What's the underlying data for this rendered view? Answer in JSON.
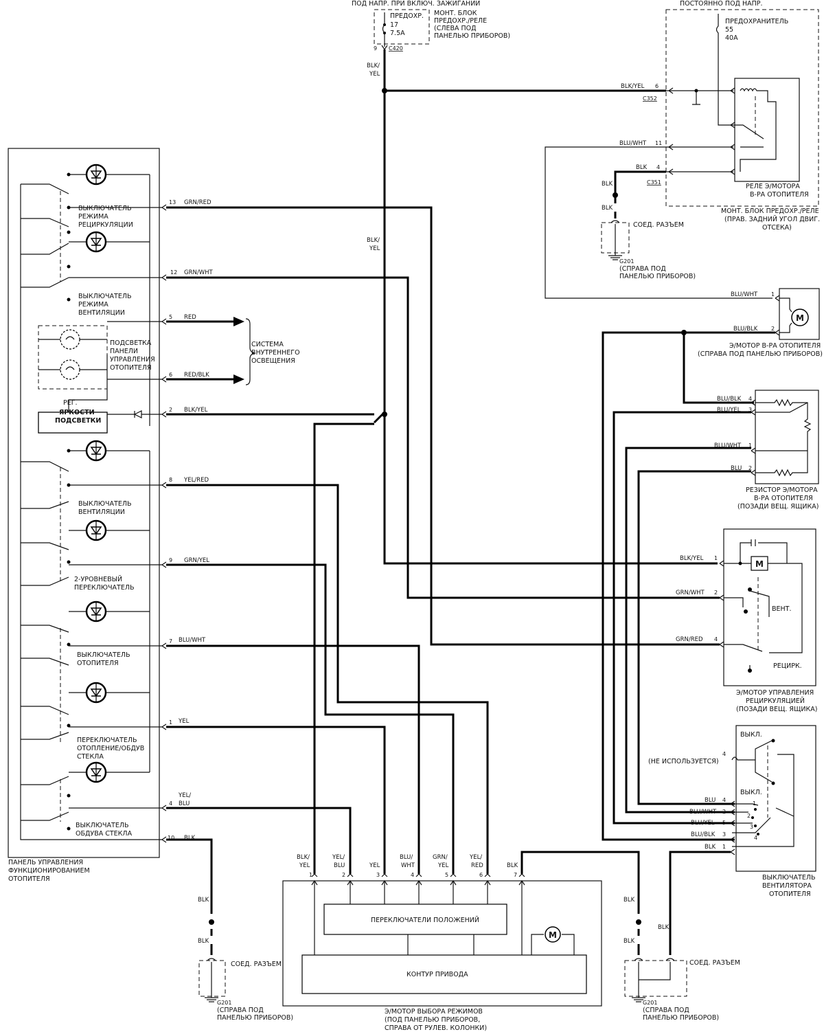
{
  "top": {
    "ignition_label": "ПОД НАПР. ПРИ ВКЛЮЧ. ЗАЖИГАНИИ",
    "fuse17": [
      "ПРЕДОХР.",
      "17",
      "7.5A"
    ],
    "fuse_block_left": [
      "МОНТ. БЛОК",
      "ПРЕДОХР./РЕЛЕ",
      "(СЛЕВА ПОД",
      "ПАНЕЛЬЮ ПРИБОРОВ)"
    ],
    "c420_pin": "9",
    "c420": "C420",
    "wire_top": [
      "BLK/",
      "YEL"
    ],
    "constant_label": "ПОСТОЯННО ПОД НАПР.",
    "fuse55": [
      "ПРЕДОХРАНИТЕЛЬ",
      "55",
      "40A"
    ],
    "c352": "C352",
    "c351": "C351",
    "relay_label": [
      "РЕЛЕ Э/МОТОРА",
      "В-РА ОТОПИТЕЛЯ"
    ],
    "fuse_block_right": [
      "МОНТ. БЛОК ПРЕДОХР./РЕЛЕ",
      "(ПРАВ. ЗАДНИЙ УГОЛ ДВИГ.",
      "ОТСЕКА)"
    ],
    "relay_pins": [
      {
        "pin": "6",
        "wire": "BLK/YEL"
      },
      {
        "pin": "11",
        "wire": "BLU/WHT"
      },
      {
        "pin": "4",
        "wire": "BLK"
      }
    ],
    "ground_blk": [
      "BLK",
      "BLK"
    ],
    "connector": "СОЕД. РАЗЪЕМ",
    "g201": [
      "G201",
      "(СПРАВА ПОД",
      "ПАНЕЛЬЮ ПРИБОРОВ)"
    ],
    "mid_wire": [
      "BLK/",
      "YEL"
    ]
  },
  "panel": {
    "title": [
      "ПАНЕЛЬ   УПРАВЛЕНИЯ",
      "ФУНКЦИОНИРОВАНИЕМ",
      "ОТОПИТЕЛЯ"
    ],
    "recirc": [
      "ВЫКЛЮЧАТЕЛЬ",
      "РЕЖИМА",
      "РЕЦИРКУЛЯЦИИ"
    ],
    "vent_mode": [
      "ВЫКЛЮЧАТЕЛЬ",
      "РЕЖИМА",
      "ВЕНТИЛЯЦИИ"
    ],
    "backlight": [
      "ПОДСВЕТКА",
      "ПАНЕЛИ",
      "УПРАВЛЕНИЯ",
      "ОТОПИТЕЛЯ"
    ],
    "dimmer": [
      "РЕГ.",
      "ЯРКОСТИ",
      "ПОДСВЕТКИ"
    ],
    "vent_sw": [
      "ВЫКЛЮЧАТЕЛЬ",
      "ВЕНТИЛЯЦИИ"
    ],
    "two_level": [
      "2-УРОВНЕВЫЙ",
      "ПЕРЕКЛЮЧАТЕЛЬ"
    ],
    "heater_sw": [
      "ВЫКЛЮЧАТЕЛЬ",
      "ОТОПИТЕЛЯ"
    ],
    "heat_defrost": [
      "ПЕРЕКЛЮЧАТЕЛЬ",
      "ОТОПЛЕНИЕ/ОБДУВ",
      "СТЕКЛА"
    ],
    "defrost_sw": [
      "ВЫКЛЮЧАТЕЛЬ",
      "ОБДУВА СТЕКЛА"
    ],
    "interior_lighting": [
      "СИСТЕМА",
      "ВНУТРЕННЕГО",
      "ОСВЕЩЕНИЯ"
    ],
    "pins": [
      {
        "pin": "13",
        "wire": "GRN/RED"
      },
      {
        "pin": "12",
        "wire": "GRN/WHT"
      },
      {
        "pin": "5",
        "wire": "RED"
      },
      {
        "pin": "6",
        "wire": "RED/BLK"
      },
      {
        "pin": "2",
        "wire": "BLK/YEL"
      },
      {
        "pin": "8",
        "wire": "YEL/RED"
      },
      {
        "pin": "9",
        "wire": "GRN/YEL"
      },
      {
        "pin": "7",
        "wire": "BLU/WHT"
      },
      {
        "pin": "1",
        "wire": "YEL"
      },
      {
        "pin": "4",
        "wire": "YEL/"
      },
      {
        "pin": "10",
        "wire": "BLK"
      }
    ],
    "pin4_wire2": "BLU"
  },
  "motor": {
    "pins": [
      {
        "pin": "1",
        "wire": "BLU/WHT"
      },
      {
        "pin": "2",
        "wire": "BLU/BLK"
      }
    ],
    "label": [
      "Э/МОТОР В-РА ОТОПИТЕЛЯ",
      "(СПРАВА ПОД ПАНЕЛЬЮ ПРИБОРОВ)"
    ],
    "symbol": "M"
  },
  "resistor": {
    "pins": [
      {
        "pin": "4",
        "wire": "BLU/BLK"
      },
      {
        "pin": "3",
        "wire": "BLU/YEL"
      },
      {
        "pin": "1",
        "wire": "BLU/WHT"
      },
      {
        "pin": "2",
        "wire": "BLU"
      }
    ],
    "label": [
      "РЕЗИСТОР Э/МОТОРА",
      "В-РА ОТОПИТЕЛЯ",
      "(ПОЗАДИ ВЕЩ. ЯЩИКА)"
    ]
  },
  "recirc_motor": {
    "pins": [
      {
        "pin": "1",
        "wire": "BLK/YEL"
      },
      {
        "pin": "2",
        "wire": "GRN/WHT"
      },
      {
        "pin": "4",
        "wire": "GRN/RED"
      }
    ],
    "vent": "ВЕНТ.",
    "recirc": "РЕЦИРК.",
    "label": [
      "Э/МОТОР УПРАВЛЕНИЯ",
      "РЕЦИРКУЛЯЦИЕЙ",
      "(ПОЗАДИ ВЕЩ. ЯЩИКА)"
    ]
  },
  "fan_switch": {
    "off1": "ВЫКЛ.",
    "off2": "ВЫКЛ.",
    "not_used": "(НЕ ИСПОЛЬЗУЕТСЯ)",
    "not_used_pin": "4",
    "pins": [
      {
        "pin": "4",
        "wire": "BLU"
      },
      {
        "pin": "2",
        "wire": "BLU/WHT"
      },
      {
        "pin": "5",
        "wire": "BLU/YEL"
      },
      {
        "pin": "3",
        "wire": "BLU/BLK"
      },
      {
        "pin": "1",
        "wire": "BLK"
      }
    ],
    "positions": [
      "1",
      "2",
      "3",
      "4"
    ],
    "label": [
      "ВЫКЛЮЧАТЕЛЬ",
      "ВЕНТИЛЯТОРА",
      "ОТОПИТЕЛЯ"
    ]
  },
  "mode_motor": {
    "pins": [
      {
        "pin": "1",
        "wire": [
          "BLK/",
          "YEL"
        ]
      },
      {
        "pin": "2",
        "wire": [
          "YEL/",
          "BLU"
        ]
      },
      {
        "pin": "3",
        "wire": [
          "",
          "YEL"
        ]
      },
      {
        "pin": "4",
        "wire": [
          "BLU/",
          "WHT"
        ]
      },
      {
        "pin": "5",
        "wire": [
          "GRN/",
          "YEL"
        ]
      },
      {
        "pin": "6",
        "wire": [
          "YEL/",
          "RED"
        ]
      },
      {
        "pin": "7",
        "wire": [
          "",
          "BLK"
        ]
      }
    ],
    "position_switches": "ПЕРЕКЛЮЧАТЕЛИ ПОЛОЖЕНИЙ",
    "drive_circuit": "КОНТУР ПРИВОДА",
    "symbol": "M",
    "label": [
      "Э/МОТОР ВЫБОРА РЕЖИМОВ",
      "(ПОД ПАНЕЛЬЮ ПРИБОРОВ,",
      "СПРАВА ОТ РУЛЕВ. КОЛОНКИ)"
    ]
  },
  "grounds": {
    "left": {
      "blk": [
        "BLK",
        "BLK"
      ],
      "connector": "СОЕД. РАЗЪЕМ",
      "g201": [
        "G201",
        "(СПРАВА ПОД",
        "ПАНЕЛЬЮ ПРИБОРОВ)"
      ]
    },
    "right": {
      "blk": [
        "BLK",
        "BLK",
        "BLK"
      ],
      "connector": "СОЕД. РАЗЪЕМ",
      "g201": [
        "G201",
        "(СПРАВА ПОД",
        "ПАНЕЛЬЮ ПРИБОРОВ)"
      ]
    }
  }
}
